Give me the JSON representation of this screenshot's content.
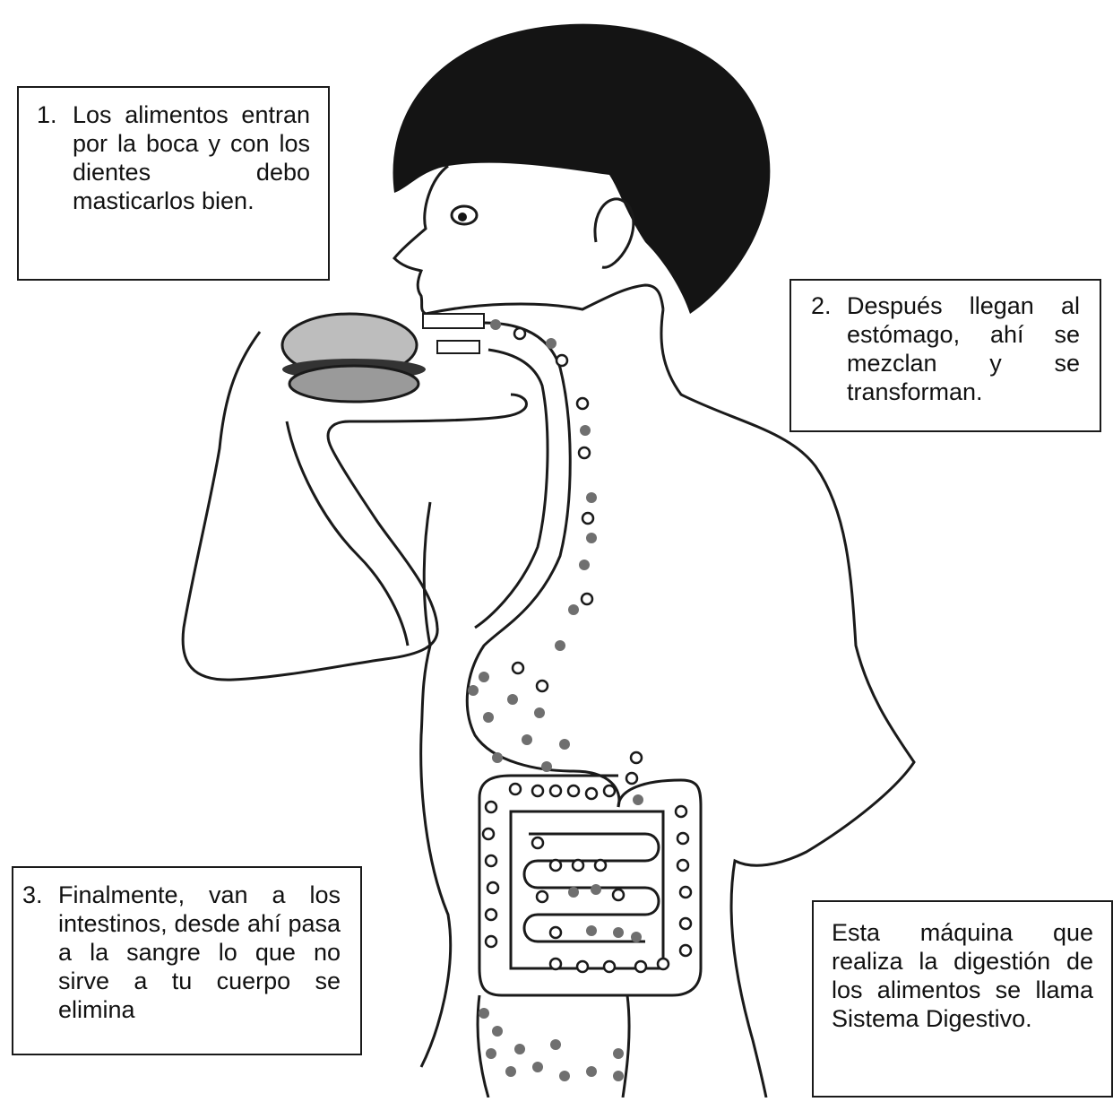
{
  "steps": [
    {
      "number": "1.",
      "text": "Los alimentos entran por la boca y con los dientes debo masticarlos bien."
    },
    {
      "number": "2.",
      "text": "Después llegan al estómago, ahí se mezclan y se transforman."
    },
    {
      "number": "3.",
      "text": "Finalmente, van a los intestinos, desde ahí pasa a la sangre lo que no sirve a tu cuerpo se elimina"
    }
  ],
  "conclusion": {
    "text": "Esta máquina que realiza la digestión de los alimentos se llama Sistema Digestivo."
  },
  "colors": {
    "hair": "#141414",
    "outline": "#1a1a1a",
    "food_dot": "#6f6f6f",
    "bread": "#bdbdbd"
  }
}
